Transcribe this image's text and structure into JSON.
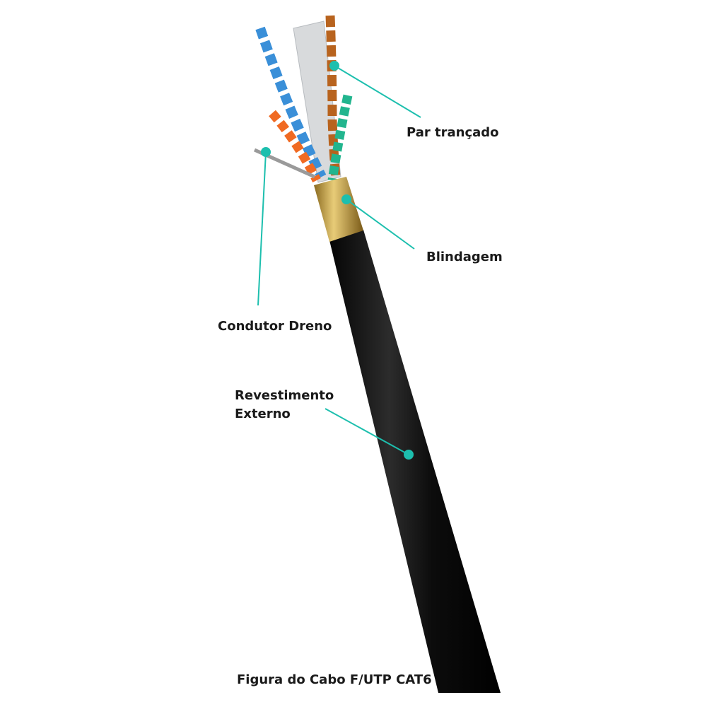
{
  "labels": {
    "twisted_pair": "Par trançado",
    "shield": "Blindagem",
    "drain_wire": "Condutor Dreno",
    "jacket_line1": "Revestimento",
    "jacket_line2": "Externo"
  },
  "caption": "Figura do Cabo F/UTP CAT6",
  "colors": {
    "leader": "#1dbfae",
    "jacket": "#141414",
    "foil": "#c9a24a"
  }
}
